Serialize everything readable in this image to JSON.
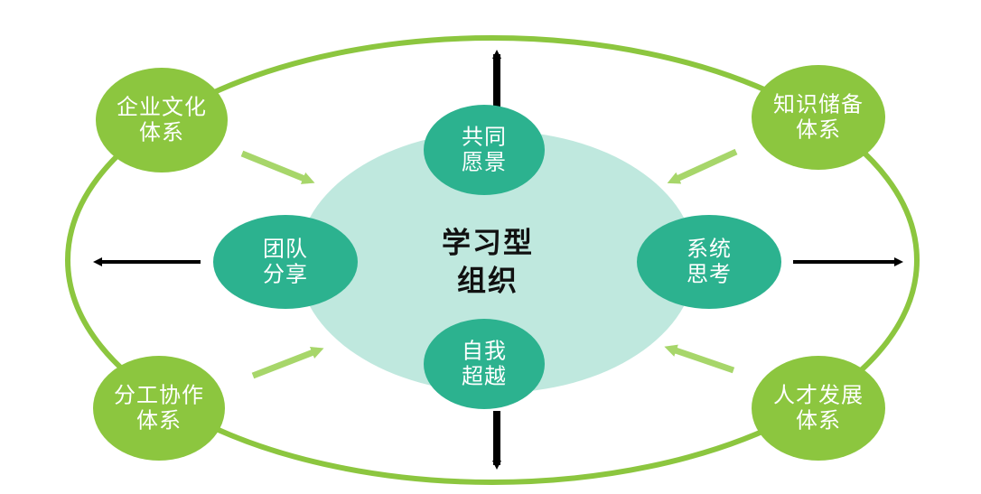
{
  "colors": {
    "outer_ring": "#8cc63f",
    "outer_node": "#8cc63f",
    "inner_node": "#2cb28f",
    "center_fill": "#bfe8de",
    "arrow_green": "#a7d66a",
    "arrow_black": "#000000"
  },
  "center": {
    "line1": "学习型",
    "line2": "组织"
  },
  "outer_nodes": {
    "top_left": {
      "line1": "企业文化",
      "line2": "体系"
    },
    "top_right": {
      "line1": "知识储备",
      "line2": "体系"
    },
    "bottom_left": {
      "line1": "分工协作",
      "line2": "体系"
    },
    "bottom_right": {
      "line1": "人才发展",
      "line2": "体系"
    }
  },
  "inner_nodes": {
    "top": {
      "line1": "共同",
      "line2": "愿景"
    },
    "right": {
      "line1": "系统",
      "line2": "思考"
    },
    "bottom": {
      "line1": "自我",
      "line2": "超越"
    },
    "left": {
      "line1": "团队",
      "line2": "分享"
    }
  }
}
